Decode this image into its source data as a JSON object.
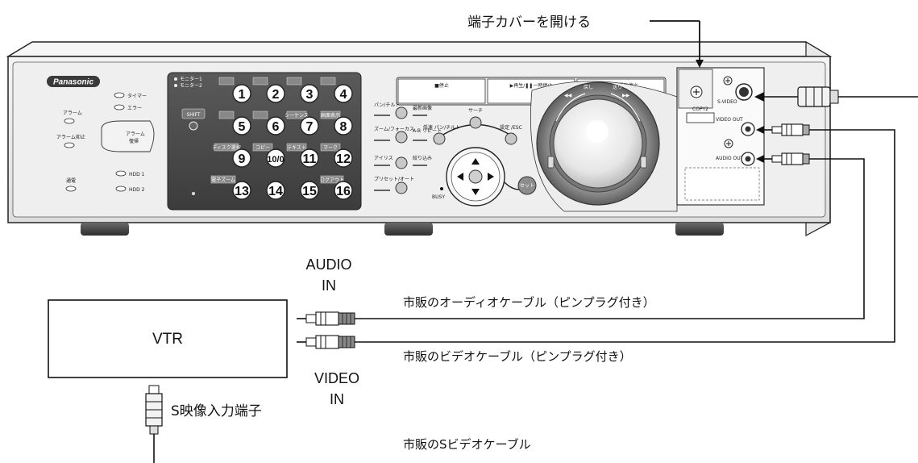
{
  "captions": {
    "open_terminal_cover": "端子カバーを開ける",
    "audio_in_line1": "AUDIO",
    "audio_in_line2": "IN",
    "video_in_line1": "VIDEO",
    "video_in_line2": "IN",
    "vtr": "VTR",
    "s_video_input": "S映像入力端子",
    "audio_cable": "市販のオーディオケーブル（ピンプラグ付き）",
    "video_cable": "市販のビデオケーブル（ピンプラグ付き）",
    "s_video_cable": "市販のSビデオケーブル"
  },
  "device": {
    "brand": "Panasonic",
    "left_leds": [
      "タイマー",
      "エラー",
      "HDD 1",
      "HDD 2"
    ],
    "left_labels": [
      "アラーム",
      "アラーム抑止",
      "通電"
    ],
    "alarm_button": [
      "アラーム",
      "復帰"
    ],
    "monitor_select": [
      "モニター1",
      "モニター2"
    ],
    "shift": "SHIFT",
    "numbers": [
      "1",
      "2",
      "3",
      "4",
      "5",
      "6",
      "7",
      "8",
      "9",
      "10/0",
      "11",
      "12",
      "13",
      "14",
      "15",
      "16"
    ],
    "key_labels": [
      "ディスク選択",
      "コピー",
      "テキスト",
      "マーク",
      "電子ズーム",
      "ログアウト",
      "シーケンス",
      "画面表示"
    ],
    "transport": [
      "■停止",
      "▶再生/❚❚一時停止",
      "●録画/録画停止"
    ],
    "control_labels": [
      "パン/チルト",
      "最新画像",
      "ズーム/フォーカス",
      "A-B リピート",
      "アイリス",
      "絞り込み",
      "プリセット/オート",
      "BUSY",
      "サーチ",
      "低速 パン/チルト",
      "設定 /ESC",
      "セット"
    ],
    "jog_labels": [
      "戻し",
      "送り"
    ],
    "rear_labels": [
      "S-VIDEO",
      "COPY2",
      "VIDEO OUT",
      "AUDIO OUT"
    ]
  }
}
